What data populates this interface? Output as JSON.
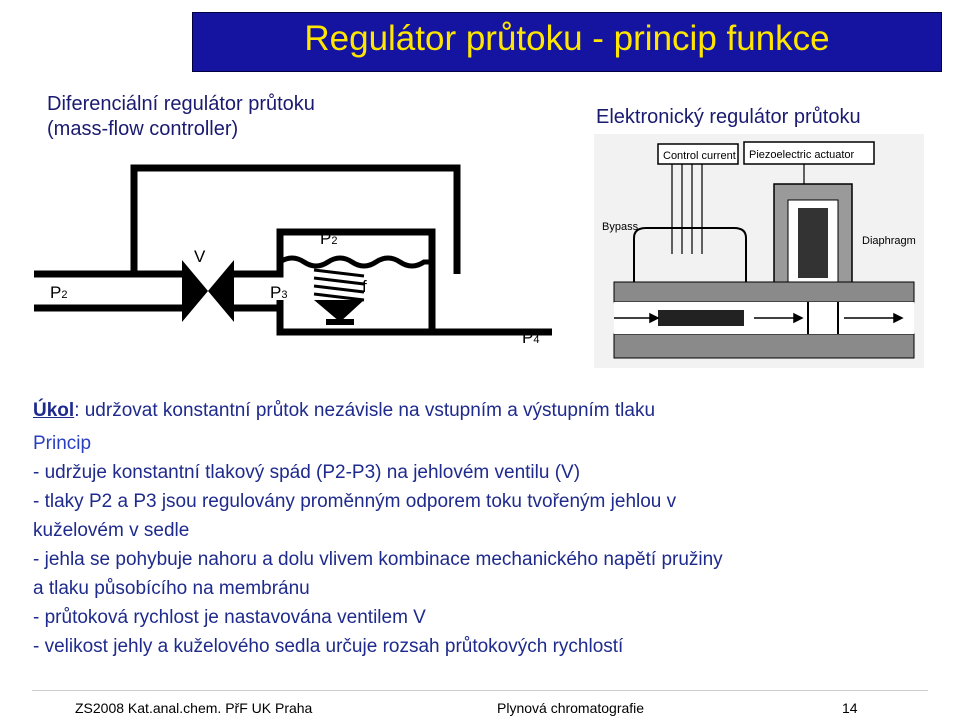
{
  "title": "Regulátor průtoku - princip funkce",
  "left_label": {
    "line1": "Diferenciální regulátor průtoku",
    "line2": "(mass-flow controller)"
  },
  "right_label": "Elektronický regulátor průtoku",
  "left_diagram": {
    "p2_left": "P",
    "p2_left_sub": "2",
    "v": "V",
    "p2_top": "P",
    "p2_top_sub": "2",
    "p3": "P",
    "p3_sub": "3",
    "f": "f",
    "p4": "P",
    "p4_sub": "4"
  },
  "right_diagram": {
    "control_current": "Control current",
    "piezo": "Piezoelectric actuator",
    "bypass": "Bypass",
    "diaphragm": "Diaphragm"
  },
  "ukol": {
    "label": "Úkol",
    "text": ": udržovat konstantní průtok nezávisle na vstupním a výstupním tlaku"
  },
  "princip": {
    "heading": "Princip",
    "lines": [
      "- udržuje konstantní tlakový spád (P2-P3) na jehlovém ventilu (V)",
      "- tlaky P2 a P3 jsou regulovány proměnným odporem toku tvořeným jehlou v",
      "kuželovém v sedle",
      "- jehla se pohybuje nahoru a dolu vlivem kombinace mechanického napětí pružiny",
      "a tlaku působícího na membránu",
      "- průtoková rychlost je nastavována ventilem V",
      "- velikost jehly a kuželového sedla určuje rozsah průtokových rychlostí"
    ]
  },
  "footer": {
    "left": "ZS2008 Kat.anal.chem. PřF UK Praha",
    "center": "Plynová chromatografie",
    "page": "14"
  }
}
